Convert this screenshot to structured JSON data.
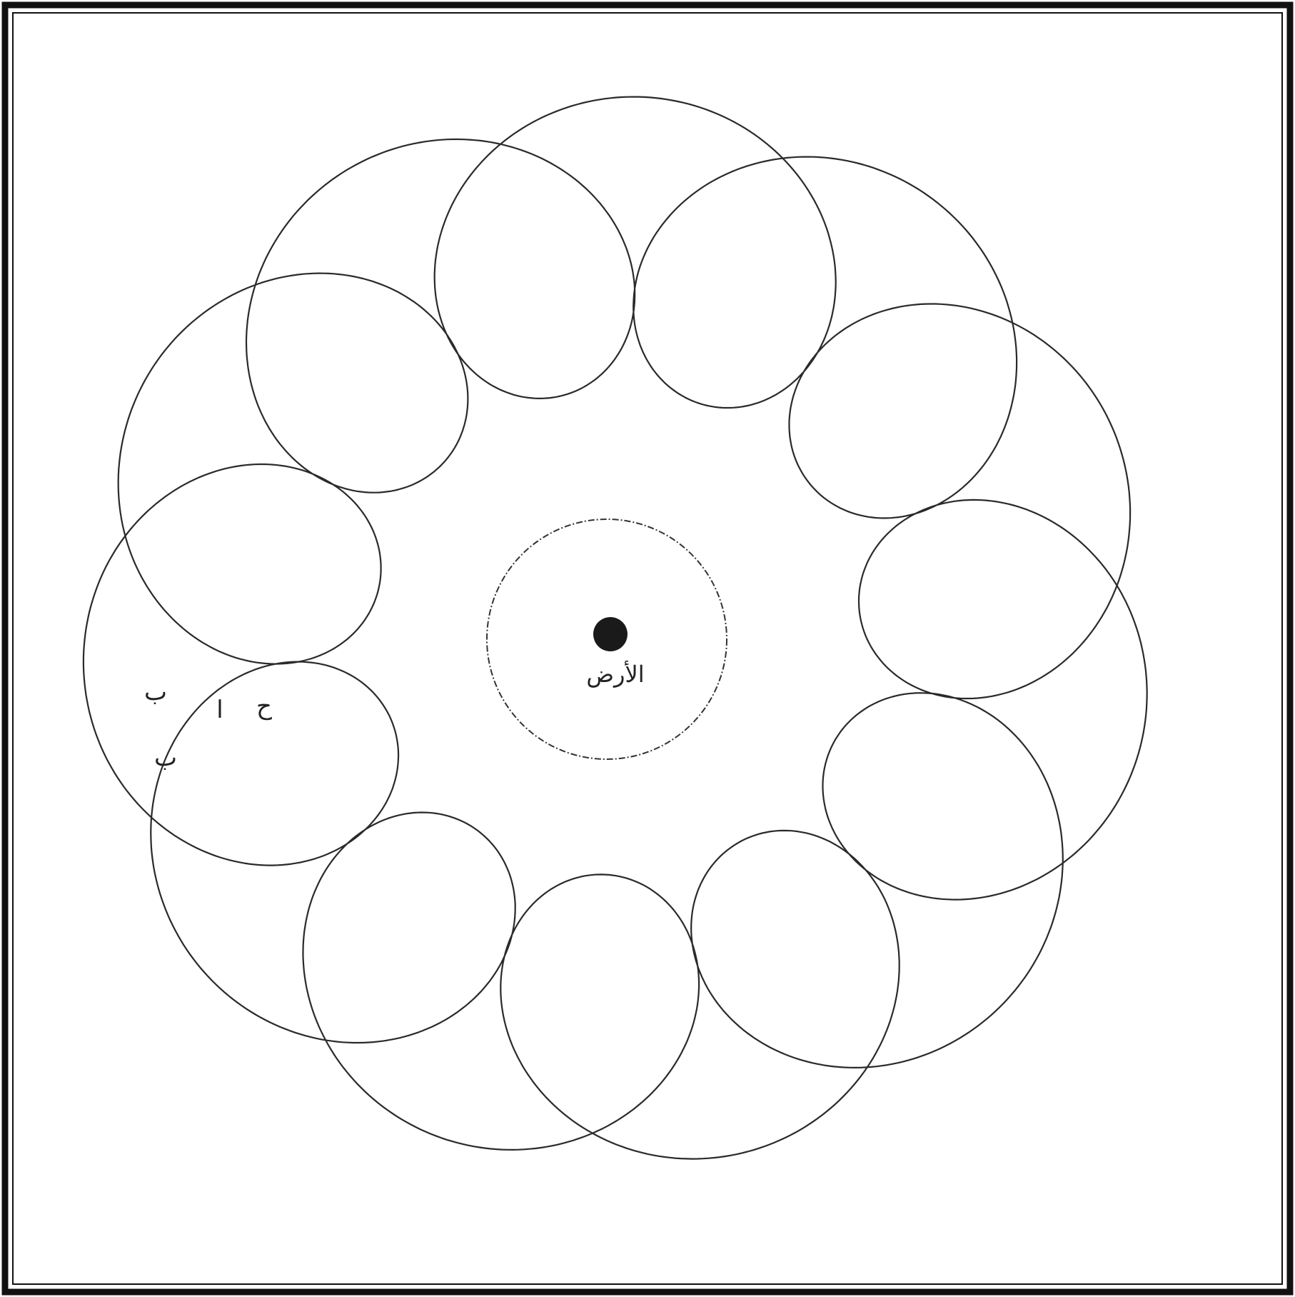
{
  "figure": {
    "center_label": "الأرض",
    "orbit_label": "",
    "point_labels": [
      "ب",
      "ح",
      "ا",
      "ب"
    ]
  },
  "colors": {
    "ink": "#2a2a2a",
    "background": "#ffffff",
    "frame": "#111111"
  }
}
